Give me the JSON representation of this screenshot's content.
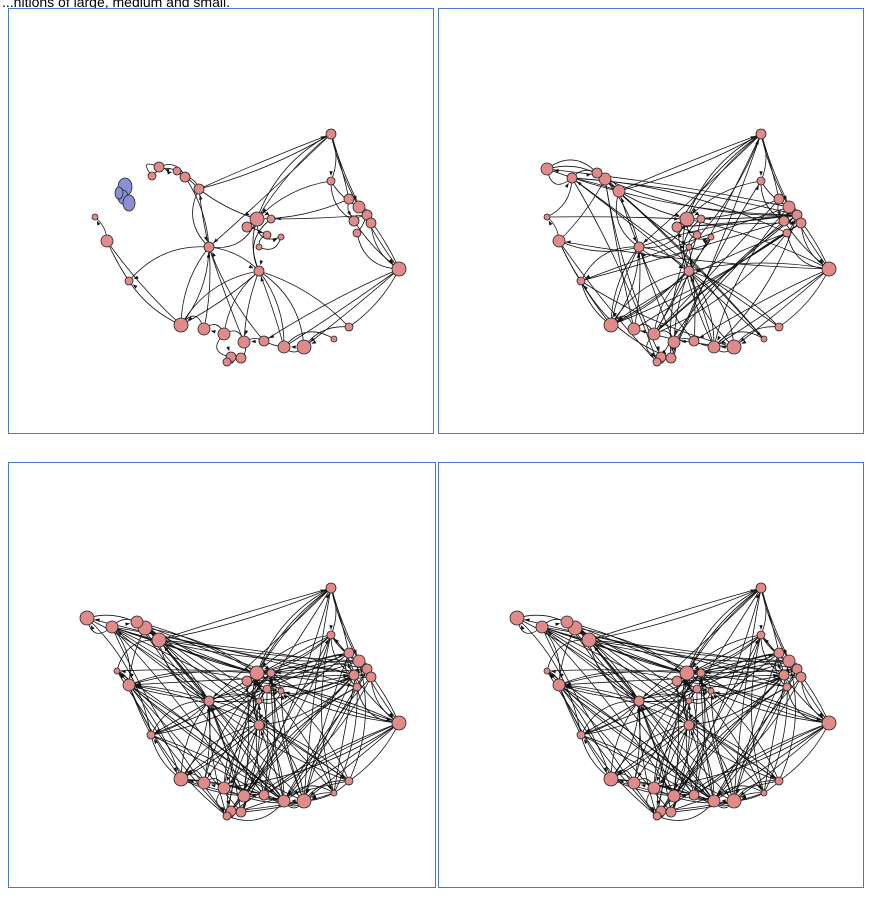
{
  "caption": "...nitions of large, medium and small.",
  "colors": {
    "panel_border": "#4a78c4",
    "node_fill": "#e08a8a",
    "node_alt_fill": "#8c8fd6",
    "node_stroke": "#222222",
    "edge": "#111111"
  },
  "panels": [
    {
      "id": "graph-panel-1",
      "variant": "sparse-with-separate-component"
    },
    {
      "id": "graph-panel-2",
      "variant": "medium-density"
    },
    {
      "id": "graph-panel-3",
      "variant": "dense"
    },
    {
      "id": "graph-panel-4",
      "variant": "dense"
    }
  ]
}
